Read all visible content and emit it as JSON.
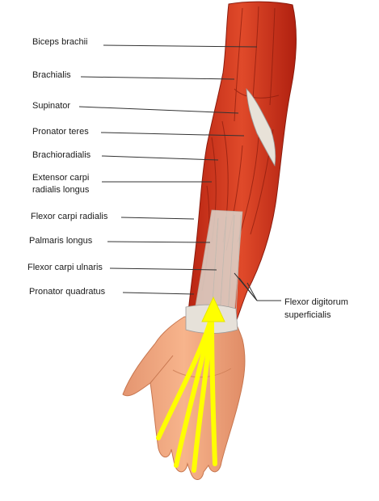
{
  "labels": {
    "biceps": "Biceps brachii",
    "brachialis": "Brachialis",
    "supinator": "Supinator",
    "pronator_teres": "Pronator teres",
    "brachioradialis": "Brachioradialis",
    "ecrl_line1": "Extensor carpi",
    "ecrl_line2": "radialis longus",
    "fcr": "Flexor carpi radialis",
    "palmaris": "Palmaris longus",
    "fcu": "Flexor carpi ulnaris",
    "pronator_quadratus": "Pronator quadratus",
    "fds_line1": "Flexor digitorum",
    "fds_line2": "superficialis"
  },
  "colors": {
    "muscle": "#d83a20",
    "muscle_dark": "#9e1f10",
    "tendon": "#ddd8cf",
    "skin": "#f2a880",
    "skin_dark": "#d98862",
    "highlight": "#ffff00",
    "leader": "#333333"
  }
}
